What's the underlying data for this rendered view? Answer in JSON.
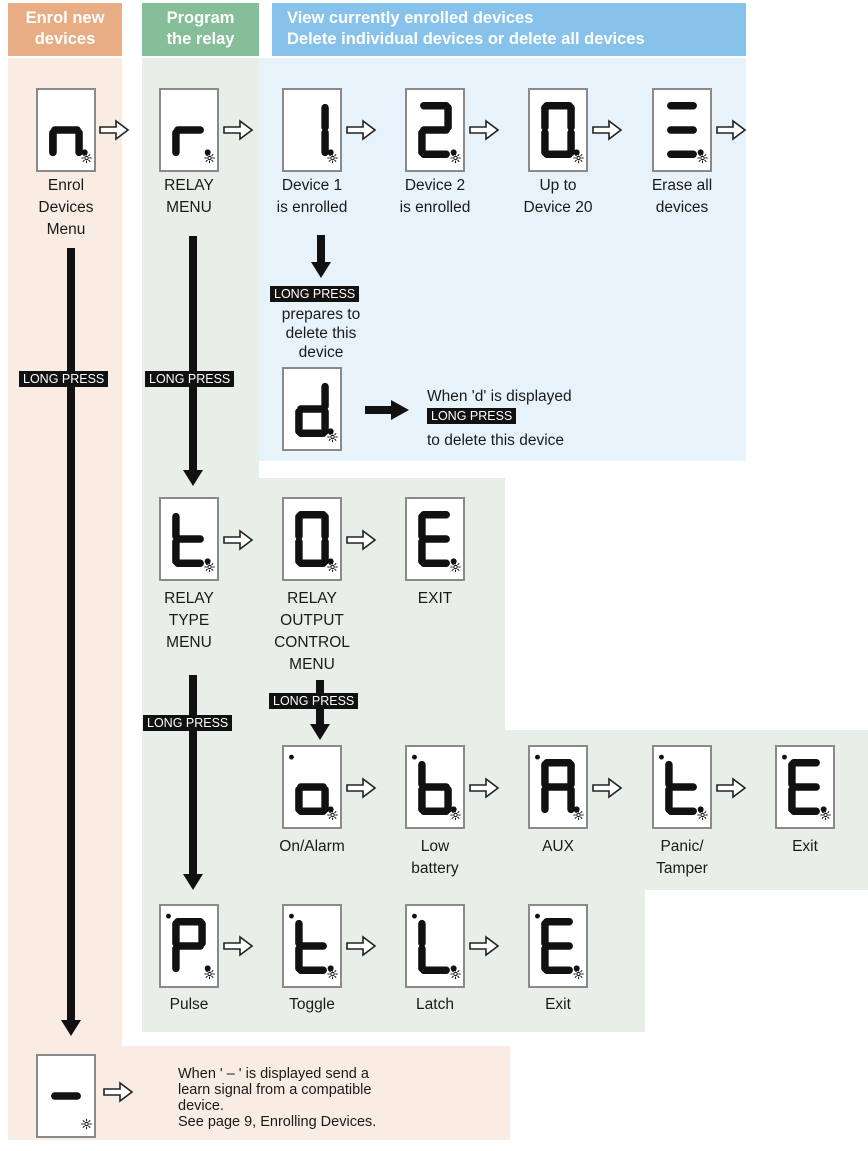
{
  "colors": {
    "header_enrol": "#e8ad84",
    "header_relay": "#86be9a",
    "header_view": "#86c2ea",
    "panel_enrol": "#f9ece2",
    "panel_relay": "#e8efe8",
    "panel_view": "#e7f2fb",
    "display_border": "#8a8a8a",
    "long_press_bg": "#111111"
  },
  "headers": {
    "enrol": {
      "line1": "Enrol new",
      "line2": "devices"
    },
    "relay": {
      "line1": "Program",
      "line2": "the relay"
    },
    "view": {
      "line1": "View currently enrolled devices",
      "line2": "Delete individual devices or delete all devices"
    }
  },
  "long_press": "LONG PRESS",
  "displays": {
    "enrol": {
      "glyph": "n",
      "caption": [
        "Enrol",
        "Devices",
        "Menu"
      ]
    },
    "relay": {
      "glyph": "r",
      "caption": [
        "RELAY",
        "MENU"
      ]
    },
    "dev1": {
      "glyph": "1",
      "caption": [
        "Device 1",
        "is enrolled"
      ]
    },
    "dev2": {
      "glyph": "2",
      "caption": [
        "Device 2",
        "is enrolled"
      ]
    },
    "dev20": {
      "glyph": "0",
      "caption": [
        "Up to",
        "Device 20"
      ]
    },
    "erase": {
      "glyph": "≡",
      "caption": [
        "Erase all",
        "devices"
      ]
    },
    "del": {
      "glyph": "d"
    },
    "rtype": {
      "glyph": "t",
      "caption": [
        "RELAY",
        "TYPE",
        "MENU"
      ]
    },
    "rout": {
      "glyph": "0",
      "caption": [
        "RELAY",
        "OUTPUT",
        "CONTROL",
        "MENU"
      ]
    },
    "exit1": {
      "glyph": "E",
      "caption": [
        "EXIT"
      ]
    },
    "on": {
      "glyph": "o",
      "caption": [
        "On/Alarm"
      ]
    },
    "lowbat": {
      "glyph": "b",
      "caption": [
        "Low",
        "battery"
      ]
    },
    "aux": {
      "glyph": "A",
      "caption": [
        "AUX"
      ]
    },
    "panic": {
      "glyph": "t",
      "caption": [
        "Panic/",
        "Tamper"
      ]
    },
    "exit2": {
      "glyph": "E",
      "caption": [
        "Exit"
      ]
    },
    "pulse": {
      "glyph": "P",
      "caption": [
        "Pulse"
      ]
    },
    "toggle": {
      "glyph": "t",
      "caption": [
        "Toggle"
      ]
    },
    "latch": {
      "glyph": "L",
      "caption": [
        "Latch"
      ]
    },
    "exit3": {
      "glyph": "E",
      "caption": [
        "Exit"
      ]
    },
    "dash": {
      "glyph": "-"
    }
  },
  "notes": {
    "prepares": [
      "prepares to",
      "delete this",
      "device"
    ],
    "when_d": "When 'd' is displayed",
    "to_delete": "to delete this device",
    "learn": [
      "When ' – ' is displayed send a",
      "learn signal from a compatible",
      "device.",
      "See page 9, Enrolling Devices."
    ]
  }
}
